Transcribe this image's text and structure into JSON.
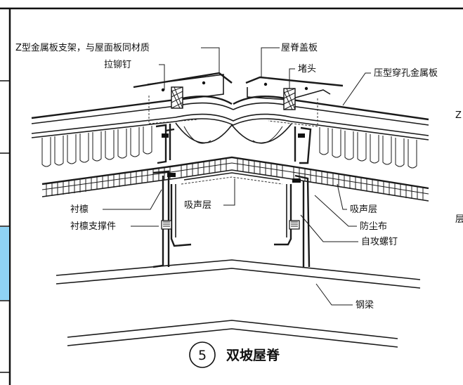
{
  "labels": {
    "z_bracket": "Z型金属板支架，与屋面板同材质",
    "rivet": "拉铆钉",
    "ridge_cap": "屋脊盖板",
    "plug": "堵头",
    "perforated_panel": "压型穿孔金属板",
    "liner_purlin": "衬檩",
    "liner_brace": "衬檩支撑件",
    "sound_layer_left": "吸声层",
    "sound_layer_right": "吸声层",
    "dust_cloth": "防尘布",
    "tapping_screw": "自攻螺钉",
    "steel_beam": "钢梁"
  },
  "title": {
    "number": "5",
    "text": "双坡屋脊"
  },
  "edge_fragments": {
    "right_top": "Z",
    "right_mid": "层"
  },
  "colors": {
    "frame": "#111111",
    "highlight_tab": "#8fd3f4",
    "line": "#1a1a1a"
  }
}
